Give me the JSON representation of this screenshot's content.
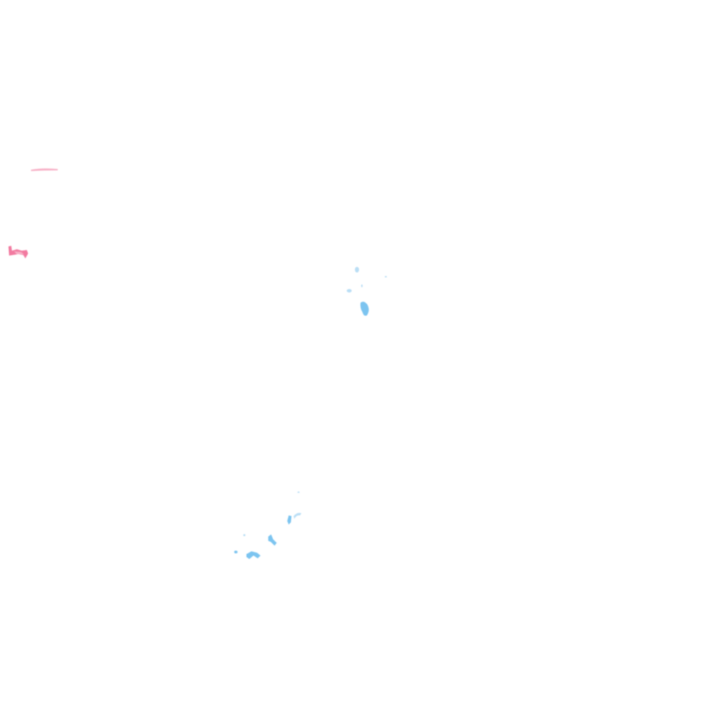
{
  "canvas": {
    "background": "#ffffff"
  },
  "palette": {
    "pink": "#f27aa0",
    "pink_light": "#f7b0c6",
    "blue": "#7cc4f0",
    "blue_light": "#b9def5"
  },
  "fragments": [
    {
      "color": "pink_light",
      "kind": "pink-streak"
    },
    {
      "color": "pink",
      "kind": "pink-smudge"
    },
    {
      "color": "blue",
      "kind": "blue-cluster-center"
    },
    {
      "color": "blue",
      "kind": "blue-cluster-lower"
    }
  ]
}
